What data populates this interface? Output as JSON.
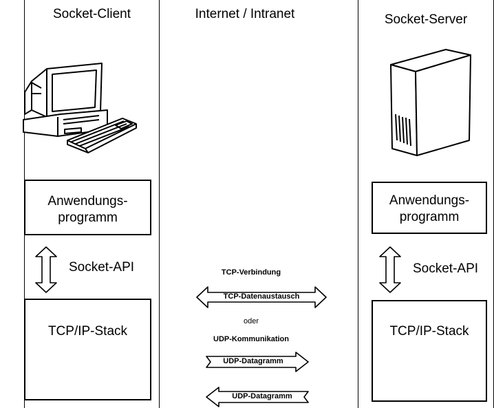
{
  "client": {
    "title": "Socket-Client",
    "app_line1": "Anwendungs-",
    "app_line2": "programm",
    "api_label": "Socket-API",
    "stack_label": "TCP/IP-Stack"
  },
  "server": {
    "title": "Socket-Server",
    "app_line1": "Anwendungs-",
    "app_line2": "programm",
    "api_label": "Socket-API",
    "stack_label": "TCP/IP-Stack"
  },
  "network": {
    "title": "Internet / Intranet",
    "tcp_heading": "TCP-Verbindung",
    "tcp_arrow_label": "TCP-Datenaustausch",
    "or_label": "oder",
    "udp_heading": "UDP-Kommunikation",
    "udp_arrow_right_label": "UDP-Datagramm",
    "udp_arrow_left_label": "UDP-Datagramm"
  },
  "icons": {
    "client_device": "computer-icon",
    "server_device": "server-tower-icon"
  }
}
